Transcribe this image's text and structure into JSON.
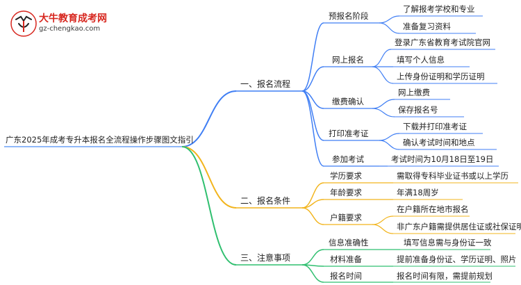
{
  "logo": {
    "title": "大牛教育成考网",
    "url": "gz-chengkao.com"
  },
  "colors": {
    "branch_blue": "#3f7ef4",
    "branch_yellow": "#f2b41c",
    "branch_green": "#2fbf6f",
    "logo_red": "#d7261e"
  },
  "mindmap": {
    "root": "广东2025年成考专升本报名全流程操作步骤图文指引",
    "sections": [
      {
        "label": "一、报名流程",
        "color": "blue",
        "children": [
          {
            "label": "预报名阶段",
            "children": [
              "了解报考学校和专业",
              "准备复习资料"
            ]
          },
          {
            "label": "网上报名",
            "children": [
              "登录广东省教育考试院官网",
              "填写个人信息",
              "上传身份证明和学历证明"
            ]
          },
          {
            "label": "缴费确认",
            "children": [
              "网上缴费",
              "保存报名号"
            ]
          },
          {
            "label": "打印准考证",
            "children": [
              "下载并打印准考证",
              "确认考试时间和地点"
            ]
          },
          {
            "label": "参加考试",
            "children": [
              "考试时间为10月18日至19日"
            ]
          }
        ]
      },
      {
        "label": "二、报名条件",
        "color": "yellow",
        "children": [
          {
            "label": "学历要求",
            "children": [
              "需取得专科毕业证书或以上学历"
            ]
          },
          {
            "label": "年龄要求",
            "children": [
              "年满18周岁"
            ]
          },
          {
            "label": "户籍要求",
            "children": [
              "在户籍所在地市报名",
              "非广东户籍需提供居住证或社保证明"
            ]
          }
        ]
      },
      {
        "label": "三、注意事项",
        "color": "green",
        "children": [
          {
            "label": "信息准确性",
            "children": [
              "填写信息需与身份证一致"
            ]
          },
          {
            "label": "材料准备",
            "children": [
              "提前准备身份证、学历证明、照片"
            ]
          },
          {
            "label": "报名时间",
            "children": [
              "报名时间有限，需提前规划"
            ]
          }
        ]
      }
    ]
  }
}
